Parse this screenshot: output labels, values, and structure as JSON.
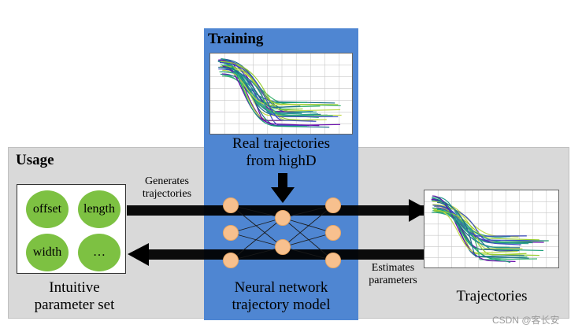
{
  "training": {
    "title": "Training",
    "real_label_line1": "Real trajectories",
    "real_label_line2": "from highD"
  },
  "usage": {
    "title": "Usage"
  },
  "params": {
    "items": [
      "offset",
      "length",
      "width",
      "…"
    ],
    "caption_line1": "Intuitive",
    "caption_line2": "parameter set"
  },
  "arrows": {
    "generates_line1": "Generates",
    "generates_line2": "trajectories",
    "estimates_line1": "Estimates",
    "estimates_line2": "parameters"
  },
  "nn": {
    "caption_line1": "Neural network",
    "caption_line2": "trajectory model"
  },
  "output": {
    "caption": "Trajectories"
  },
  "watermark": "CSDN @客长安",
  "colors": {
    "usage_bg": "#d9d9d9",
    "training_bg": "#4f86d2",
    "param_circle": "#7dc142",
    "nn_node": "#f7c08e",
    "trajectory_palette": [
      "#1f6e8c",
      "#2a9d8f",
      "#3cb371",
      "#6a0dad",
      "#c0d94a",
      "#1a9e77",
      "#3b4cc0",
      "#9acd32"
    ]
  }
}
